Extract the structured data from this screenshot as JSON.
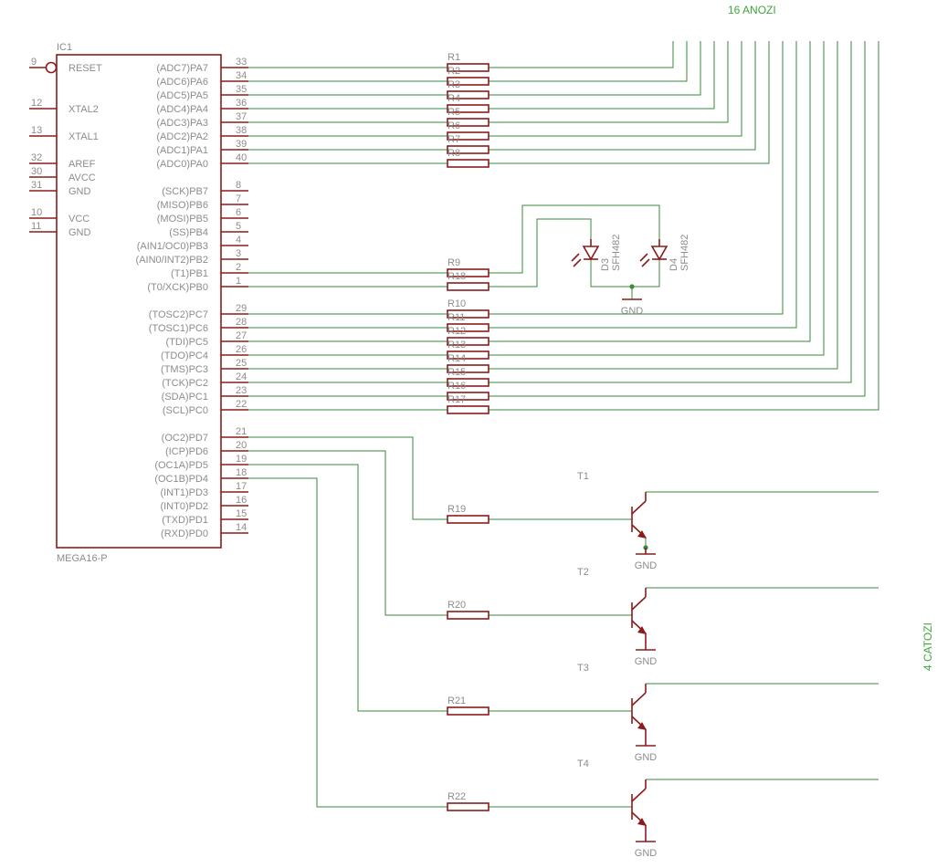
{
  "ic": {
    "name": "IC1",
    "value": "MEGA16-P",
    "left_pins": [
      {
        "num": "9",
        "name": "RESET"
      },
      {
        "num": "12",
        "name": "XTAL2"
      },
      {
        "num": "13",
        "name": "XTAL1"
      },
      {
        "num": "32",
        "name": "AREF"
      },
      {
        "num": "30",
        "name": "AVCC"
      },
      {
        "num": "31",
        "name": "GND"
      },
      {
        "num": "10",
        "name": "VCC"
      },
      {
        "num": "11",
        "name": "GND"
      }
    ],
    "right_pins": [
      {
        "num": "33",
        "name": "(ADC7)PA7"
      },
      {
        "num": "34",
        "name": "(ADC6)PA6"
      },
      {
        "num": "35",
        "name": "(ADC5)PA5"
      },
      {
        "num": "36",
        "name": "(ADC4)PA4"
      },
      {
        "num": "37",
        "name": "(ADC3)PA3"
      },
      {
        "num": "38",
        "name": "(ADC2)PA2"
      },
      {
        "num": "39",
        "name": "(ADC1)PA1"
      },
      {
        "num": "40",
        "name": "(ADC0)PA0"
      },
      {
        "num": "8",
        "name": "(SCK)PB7"
      },
      {
        "num": "7",
        "name": "(MISO)PB6"
      },
      {
        "num": "6",
        "name": "(MOSI)PB5"
      },
      {
        "num": "5",
        "name": "(SS)PB4"
      },
      {
        "num": "4",
        "name": "(AIN1/OC0)PB3"
      },
      {
        "num": "3",
        "name": "(AIN0/INT2)PB2"
      },
      {
        "num": "2",
        "name": "(T1)PB1"
      },
      {
        "num": "1",
        "name": "(T0/XCK)PB0"
      },
      {
        "num": "29",
        "name": "(TOSC2)PC7"
      },
      {
        "num": "28",
        "name": "(TOSC1)PC6"
      },
      {
        "num": "27",
        "name": "(TDI)PC5"
      },
      {
        "num": "26",
        "name": "(TDO)PC4"
      },
      {
        "num": "25",
        "name": "(TMS)PC3"
      },
      {
        "num": "24",
        "name": "(TCK)PC2"
      },
      {
        "num": "23",
        "name": "(SDA)PC1"
      },
      {
        "num": "22",
        "name": "(SCL)PC0"
      },
      {
        "num": "21",
        "name": "(OC2)PD7"
      },
      {
        "num": "20",
        "name": "(ICP)PD6"
      },
      {
        "num": "19",
        "name": "(OC1A)PD5"
      },
      {
        "num": "18",
        "name": "(OC1B)PD4"
      },
      {
        "num": "17",
        "name": "(INT1)PD3"
      },
      {
        "num": "16",
        "name": "(INT0)PD2"
      },
      {
        "num": "15",
        "name": "(TXD)PD1"
      },
      {
        "num": "14",
        "name": "(RXD)PD0"
      }
    ]
  },
  "resistors_a": [
    "R1",
    "R2",
    "R3",
    "R4",
    "R5",
    "R6",
    "R7",
    "R8"
  ],
  "resistors_b": [
    "R9",
    "R18"
  ],
  "resistors_c": [
    "R10",
    "R11",
    "R12",
    "R13",
    "R14",
    "R15",
    "R16",
    "R17"
  ],
  "resistors_d": [
    "R19",
    "R20",
    "R21",
    "R22"
  ],
  "leds": [
    {
      "name": "D3",
      "value": "SFH482"
    },
    {
      "name": "D4",
      "value": "SFH482"
    }
  ],
  "transistors": [
    "T1",
    "T2",
    "T3",
    "T4"
  ],
  "gnd_label": "GND",
  "anode_label": "16 ANOZI",
  "cathode_label": "4 CATOZI"
}
